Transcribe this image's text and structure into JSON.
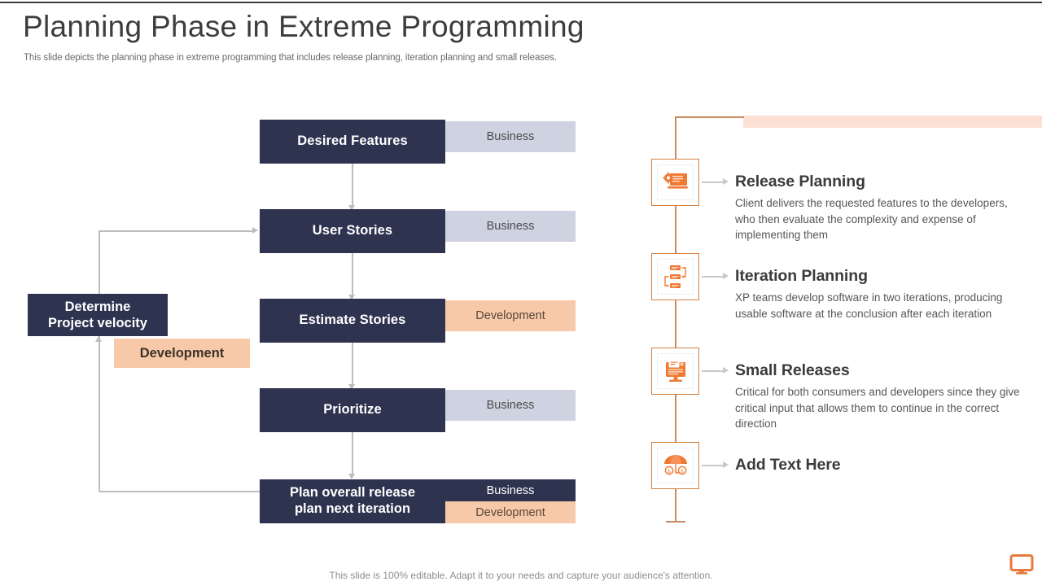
{
  "header": {
    "title": "Planning Phase in Extreme Programming",
    "subtitle": "This slide depicts the planning phase in extreme programming that includes release planning, iteration planning and small releases."
  },
  "colors": {
    "node_navy": "#2e3350",
    "tag_business": "#ced2e1",
    "tag_development": "#f8c9a8",
    "accent_orange": "#d4803f",
    "peach_bar": "#fbe0d3",
    "arrow_grey": "#bdbdbd"
  },
  "flow": {
    "nodes": [
      {
        "label": "Desired Features",
        "tag": "Business",
        "tag_type": "business"
      },
      {
        "label": "User Stories",
        "tag": "Business",
        "tag_type": "business"
      },
      {
        "label": "Estimate Stories",
        "tag": "Development",
        "tag_type": "development"
      },
      {
        "label": "Prioritize",
        "tag": "Business",
        "tag_type": "business"
      }
    ],
    "final_node": {
      "label_line1": "Plan overall release",
      "label_line2": "plan next iteration",
      "tag_business": "Business",
      "tag_development": "Development"
    },
    "velocity": {
      "label_line1": "Determine",
      "label_line2": "Project velocity",
      "tag": "Development"
    }
  },
  "right_panel": {
    "items": [
      {
        "icon": "presentation-gear-icon",
        "title": "Release Planning",
        "description": "Client delivers the requested features to the developers, who then evaluate the complexity and expense of implementing them"
      },
      {
        "icon": "iteration-flow-icon",
        "title": "Iteration Planning",
        "description": "XP teams develop software in two iterations, producing usable software at the conclusion after each iteration"
      },
      {
        "icon": "monitor-release-icon",
        "title": "Small Releases",
        "description": "Critical for both consumers and developers since they give critical input that allows them to continue in the correct direction"
      },
      {
        "icon": "umbrella-coins-icon",
        "title": "Add Text Here",
        "description": ""
      }
    ]
  },
  "footer": {
    "note": "This slide is 100% editable. Adapt it to your needs and capture your audience's attention.",
    "logo": "monitor-logo-icon"
  }
}
